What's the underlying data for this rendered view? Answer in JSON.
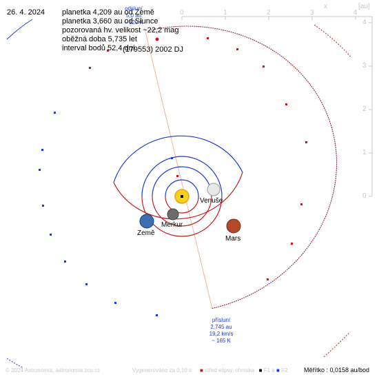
{
  "header": {
    "date": "26. 4. 2024",
    "lines": [
      "planetka 4,209 au od Země",
      "planetka 3,660 au od Slunce",
      "pozorovaná hv. velikost ~22,2 mag",
      "oběžná doba 5,735 let",
      "interval bodů 52,4 dní"
    ],
    "object_name": "(179553) 2002 DJ"
  },
  "aphelion": {
    "lines": [
      "odsluní",
      "5,0 au",
      "~ 120 K"
    ]
  },
  "perihelion": {
    "lines": [
      "přísluní",
      "2,745 au",
      "19,2 km/s",
      "~ 165 K"
    ]
  },
  "planets": [
    {
      "name": "Venuše"
    },
    {
      "name": "Merkur"
    },
    {
      "name": "Země"
    },
    {
      "name": "Mars"
    }
  ],
  "axes": {
    "x_ticks": [
      "0",
      "1",
      "2",
      "3",
      "4"
    ],
    "y_ticks": [
      "0",
      "1",
      "2",
      "3",
      "4"
    ],
    "x_label": "x",
    "unit_label": "[au]"
  },
  "footer": {
    "copyright": "© 2024 Astronomia, astronomia.zcu.cz",
    "generated": "Vygenerováno za 0,10 s",
    "legend_center": "střed elipsy, ohniska",
    "legend_f1": "F1",
    "legend_a": "a",
    "legend_f2": "F2",
    "scale": "Měřítko : 0,0158 au/bod"
  },
  "colors": {
    "orbit_blue": "#1a3bd6",
    "orbit_red": "#c41818",
    "aphelion_line": "#f4b39a",
    "axis_gray": "#c9c9c9",
    "sun": "#f6d21a"
  }
}
